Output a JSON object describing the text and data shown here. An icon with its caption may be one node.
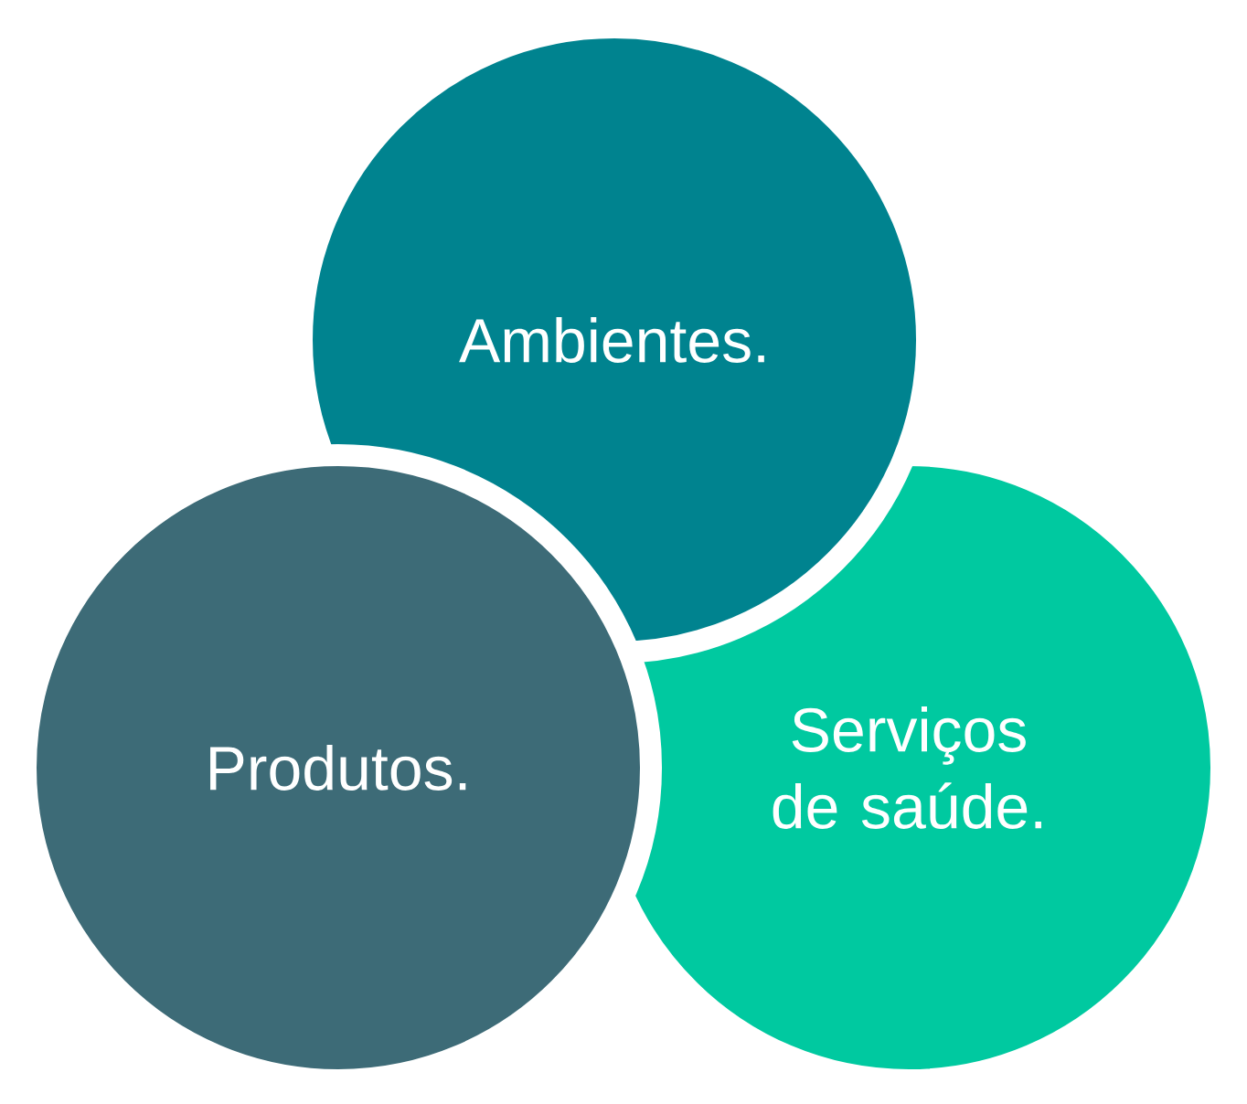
{
  "diagram": {
    "nodes": [
      {
        "text": [
          "Ambientes."
        ]
      },
      {
        "text": [
          "Produtos."
        ]
      },
      {
        "text": [
          "Serviços de saúde."
        ]
      }
    ],
    "edges": []
  }
}
